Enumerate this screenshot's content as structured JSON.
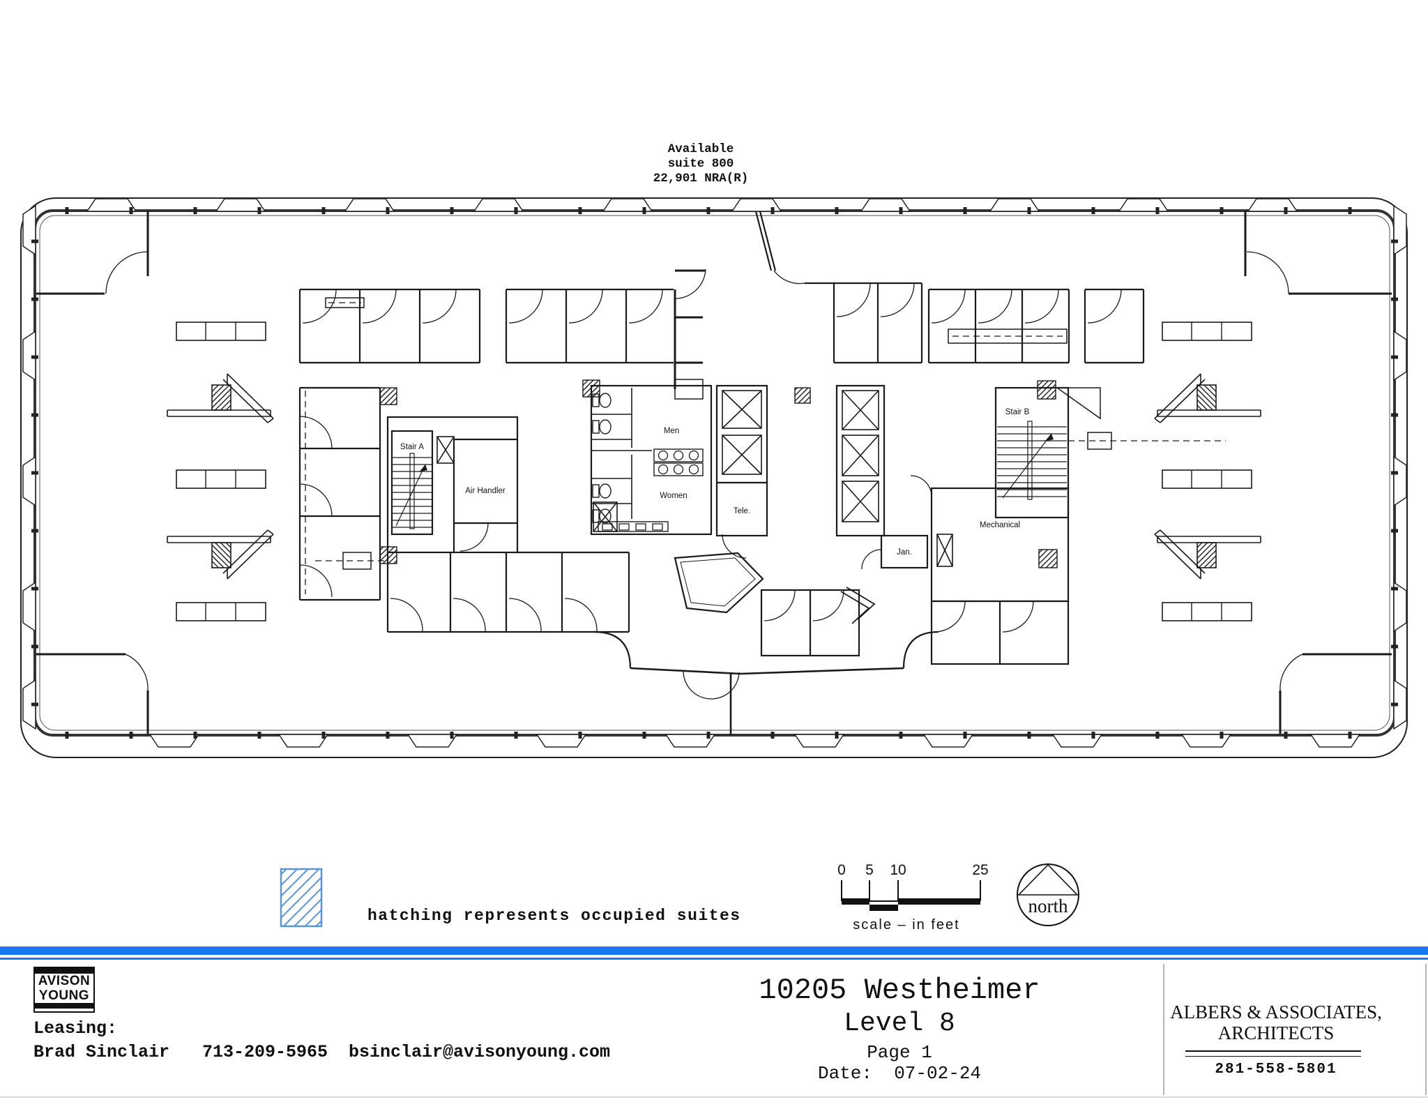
{
  "annotation": {
    "line1": "Available",
    "line2": "suite 800",
    "line3": "22,901 NRA(R)"
  },
  "plan": {
    "labels": {
      "stair_a": "Stair A",
      "air_handler": "Air Handler",
      "men": "Men",
      "women": "Women",
      "tele": "Tele.",
      "jan": "Jan.",
      "mechanical": "Mechanical",
      "stair_b": "Stair B"
    }
  },
  "legend": {
    "text": "hatching represents occupied suites"
  },
  "scale_bar": {
    "ticks": [
      "0",
      "5",
      "10",
      "25"
    ],
    "caption": "scale – in feet"
  },
  "north_arrow": {
    "label": "north"
  },
  "footer": {
    "logo_line1": "AVISON",
    "logo_line2": "YOUNG",
    "leasing_label": "Leasing:",
    "agent": "Brad Sinclair",
    "phone": "713-209-5965",
    "email": "bsinclair@avisonyoung.com"
  },
  "title_block": {
    "address": "10205 Westheimer",
    "level": "Level 8",
    "page": "Page 1",
    "date_label": "Date:",
    "date": "07-02-24"
  },
  "architect": {
    "name_line1": "ALBERS & ASSOCIATES,",
    "name_line2": "ARCHITECTS",
    "phone": "281-558-5801"
  },
  "colors": {
    "accent_blue": "#1778f2",
    "hatch_blue": "#5b95d8",
    "line_dark": "#1a1a1a"
  }
}
